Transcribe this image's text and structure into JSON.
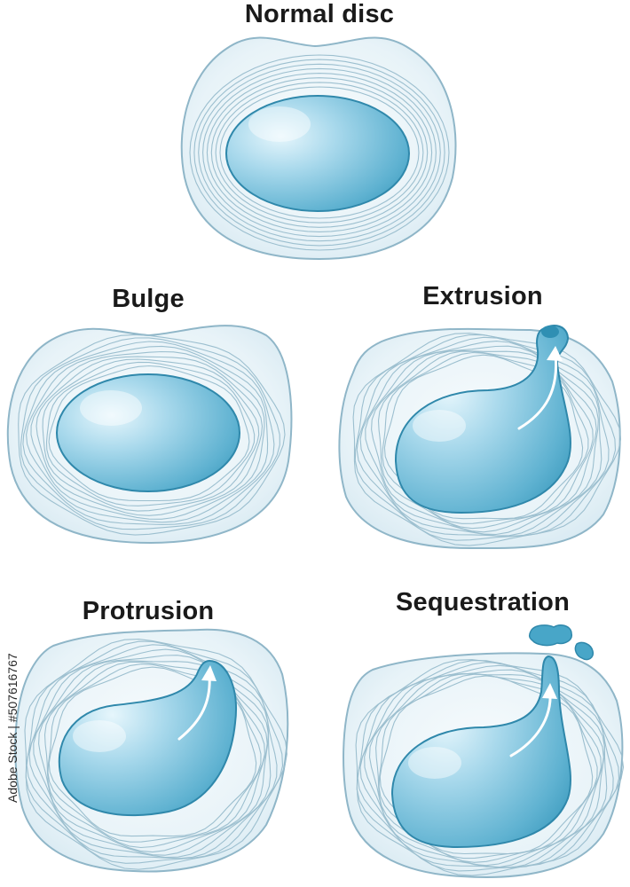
{
  "labels": {
    "normal": "Normal disc",
    "bulge": "Bulge",
    "extrusion": "Extrusion",
    "protrusion": "Protrusion",
    "sequestration": "Sequestration"
  },
  "watermark": "Adobe Stock | #507616767",
  "colors": {
    "annulus_fill": "#e3f0f6",
    "annulus_edge": "#8fb6c8",
    "ring_line": "#9cbfcf",
    "nucleus_light": "#d2ecf6",
    "nucleus_dark": "#3e9cbf",
    "nucleus_edge": "#2f88ab",
    "arrow": "#ffffff"
  },
  "icons": [
    "arrow-icon"
  ]
}
